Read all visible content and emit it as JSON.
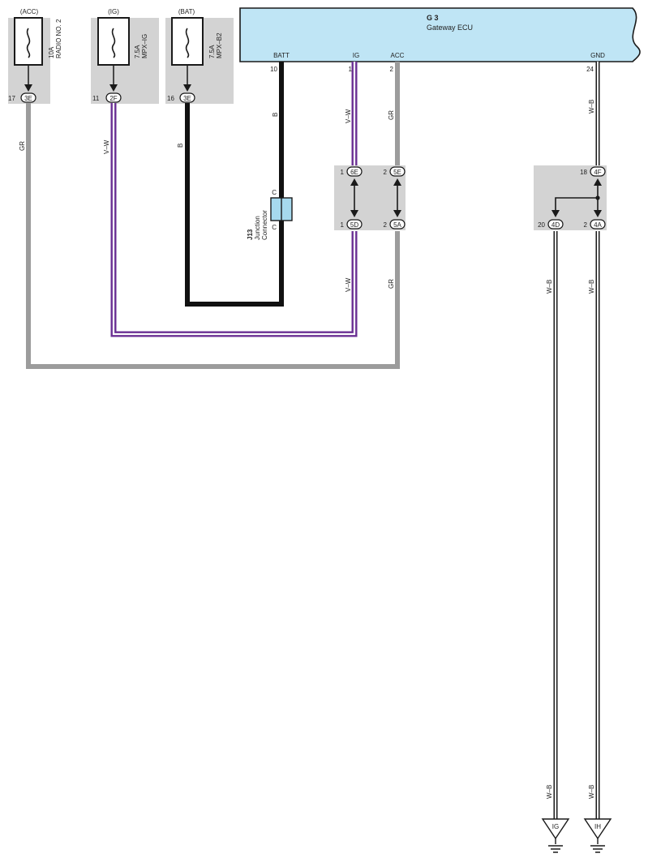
{
  "colors": {
    "fuse_box": "#d3d3d3",
    "ecu_fill": "#bfe5f5",
    "ecu_stroke": "#1a1a1a",
    "wire_black": "#111111",
    "wire_gray": "#9c9c9c",
    "wire_violet": "#6a2f93",
    "wire_white": "#ffffff",
    "junction_connector": "#a6d9ee"
  },
  "fuses": [
    {
      "source": "(ACC)",
      "rating": "10A",
      "name": "RADIO NO. 2",
      "pin": "17",
      "connector": "3E"
    },
    {
      "source": "(IG)",
      "rating": "7.5A",
      "name": "MPX–IG",
      "pin": "11",
      "connector": "2F"
    },
    {
      "source": "(BAT)",
      "rating": "7.5A",
      "name": "MPX–B2",
      "pin": "16",
      "connector": "3E"
    }
  ],
  "ecu": {
    "code": "G 3",
    "name": "Gateway ECU",
    "terminals": [
      {
        "label": "BATT",
        "pin": "10"
      },
      {
        "label": "IG",
        "pin": "1"
      },
      {
        "label": "ACC",
        "pin": "2"
      },
      {
        "label": "GND",
        "pin": "24"
      }
    ]
  },
  "junction": {
    "code": "J13",
    "line1": "Junction",
    "line2": "Connector",
    "top_pin": "C",
    "bottom_pin": "C"
  },
  "wire_labels": {
    "gr": "GR",
    "vw": "V–W",
    "b": "B",
    "wb": "W–B"
  },
  "mid_connector": {
    "left_top_pin": "1",
    "left_top_conn": "6E",
    "right_top_pin": "2",
    "right_top_conn": "5E",
    "left_bottom_pin": "1",
    "left_bottom_conn": "5D",
    "right_bottom_pin": "2",
    "right_bottom_conn": "5A"
  },
  "ground_connector": {
    "top_pin": "18",
    "top_conn": "4F",
    "left_pin": "20",
    "left_conn": "4D",
    "right_pin": "2",
    "right_conn": "4A"
  },
  "grounds": [
    {
      "label": "IG"
    },
    {
      "label": "IH"
    }
  ]
}
